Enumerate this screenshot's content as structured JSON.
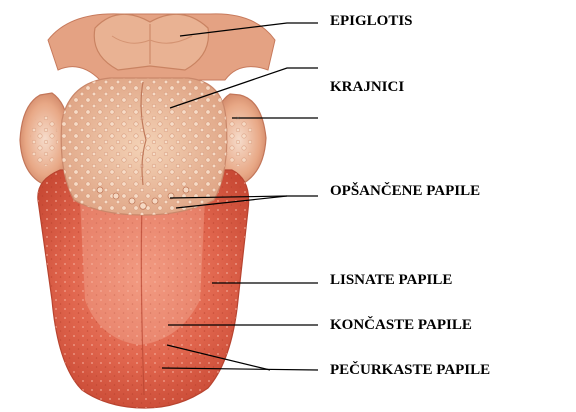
{
  "labels": {
    "epiglottis": "EPIGLOTIS",
    "tonsils": "KRAJNICI",
    "circumvallate": "OPŠANČENE PAPILE",
    "foliate": "LISNATE PAPILE",
    "filiform": "KONČASTE PAPILE",
    "fungiform": "PEČURKASTE PAPILE"
  },
  "colors": {
    "tongue_body": "#e0654d",
    "tongue_dark": "#c94a35",
    "root": "#eec0a0",
    "root_shadow": "#d89474",
    "tonsil": "#e8a886",
    "epiglottis": "#e9b293",
    "leader_line": "#000000"
  }
}
